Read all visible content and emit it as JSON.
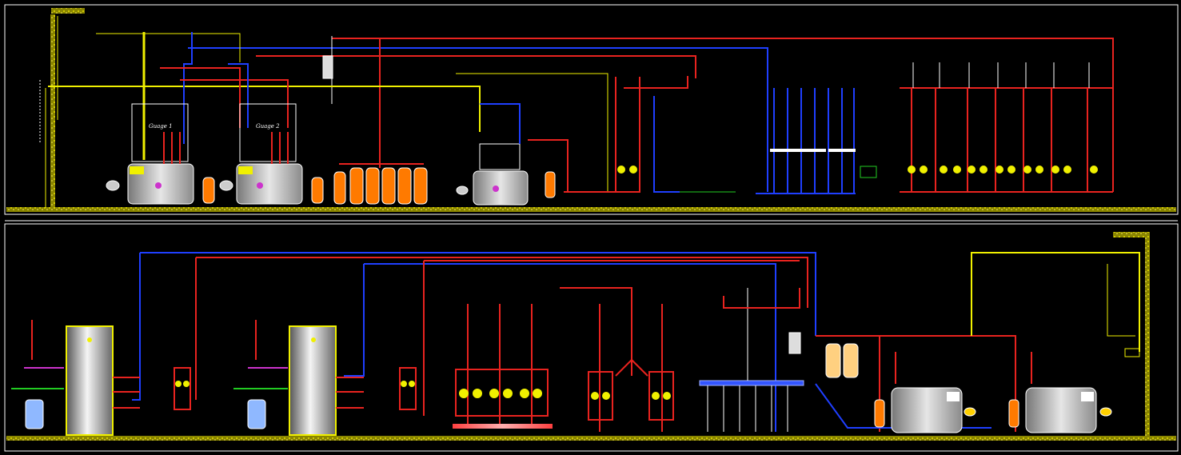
{
  "drawing": {
    "background": "#000000",
    "colors": {
      "hot_pipe": "#e8231f",
      "cold_pipe": "#1f3fff",
      "signal_line": "#f0f000",
      "gas_line": "#22cc22",
      "chemical_line": "#cc33cc",
      "tank_fill": "#ff7a00",
      "floor_hatch": "#d9d200",
      "boiler_fill": "#c8c8c8",
      "frame": "#ffffff"
    },
    "upper_section": {
      "boiler_labels": [
        "Guage 1",
        "Guage 2"
      ],
      "icons": [
        "boiler",
        "burner",
        "expansion-tank",
        "manifold",
        "pump",
        "valve",
        "chimney"
      ]
    },
    "lower_section": {
      "icons": [
        "storage-water-heater",
        "softener",
        "pump-group",
        "distributor",
        "expansion-vessel",
        "boiler"
      ]
    }
  }
}
